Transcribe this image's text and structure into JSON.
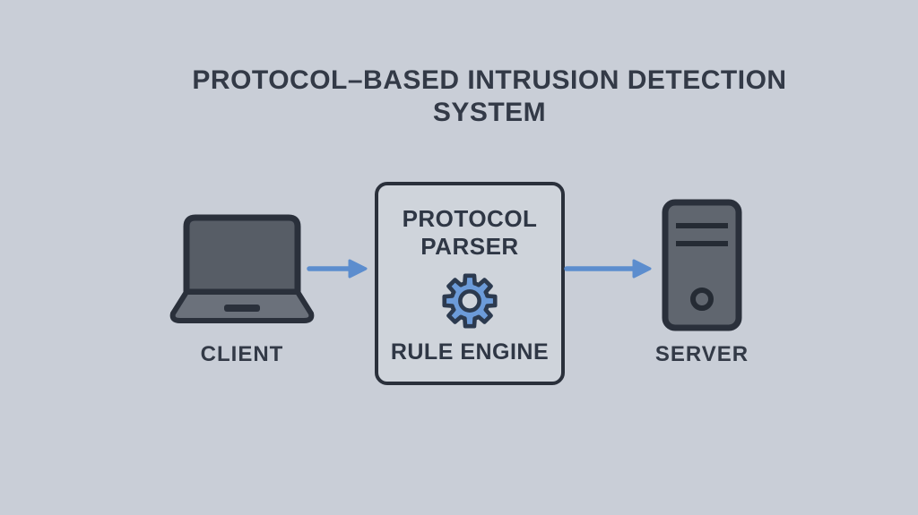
{
  "title": {
    "line1": "PROTOCOL–BASED INTRUSION DETECTION",
    "line2": "SYSTEM"
  },
  "diagram": {
    "client": {
      "label": "CLIENT",
      "icon": "laptop-icon"
    },
    "detector": {
      "label_line1": "PROTOCOL",
      "label_line2": "PARSER",
      "sublabel": "RULE ENGINE",
      "icon": "gear-icon"
    },
    "server": {
      "label": "SERVER",
      "icon": "server-tower-icon"
    },
    "connections": [
      {
        "from": "client",
        "to": "detector",
        "type": "arrow-right"
      },
      {
        "from": "detector",
        "to": "server",
        "type": "arrow-right"
      }
    ]
  },
  "colors": {
    "background": "#C9CED7",
    "box_background": "#CFD4DB",
    "title_text": "#333A47",
    "outline_dark": "#2A303B",
    "gear_blue": "#6C9BD9",
    "arrow_blue": "#5C8DCE",
    "laptop_screen": "#575D66",
    "laptop_base": "#6B717B",
    "server_body": "#60666F"
  }
}
